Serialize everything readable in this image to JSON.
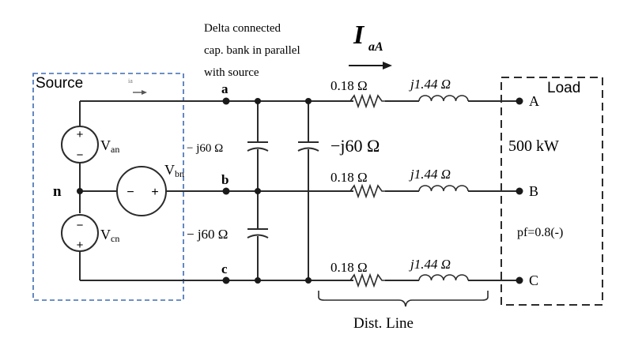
{
  "annotation": {
    "line1": "Delta connected",
    "line2": "cap. bank in parallel",
    "line3": "with source"
  },
  "current": {
    "main": "I",
    "sub": "aA"
  },
  "source": {
    "title": "Source",
    "ia_label": "ia",
    "node_n": "n",
    "van_main": "V",
    "van_sub": "an",
    "vbn_main": "V",
    "vbn_sub": "bn",
    "vcn_main": "V",
    "vcn_sub": "cn"
  },
  "nodes": {
    "a": "a",
    "b": "b",
    "c": "c",
    "A": "A",
    "B": "B",
    "C": "C"
  },
  "capacitors": {
    "ab": "− j60 Ω",
    "bc": "− j60 Ω",
    "ca": "−j60 Ω"
  },
  "line": {
    "r_a": "0.18 Ω",
    "x_a": "j1.44 Ω",
    "r_b": "0.18 Ω",
    "x_b": "j1.44 Ω",
    "r_c": "0.18 Ω",
    "x_c": "j1.44 Ω",
    "label": "Dist. Line"
  },
  "load": {
    "title": "Load",
    "power": "500 kW",
    "pf": "pf=0.8(-)"
  }
}
